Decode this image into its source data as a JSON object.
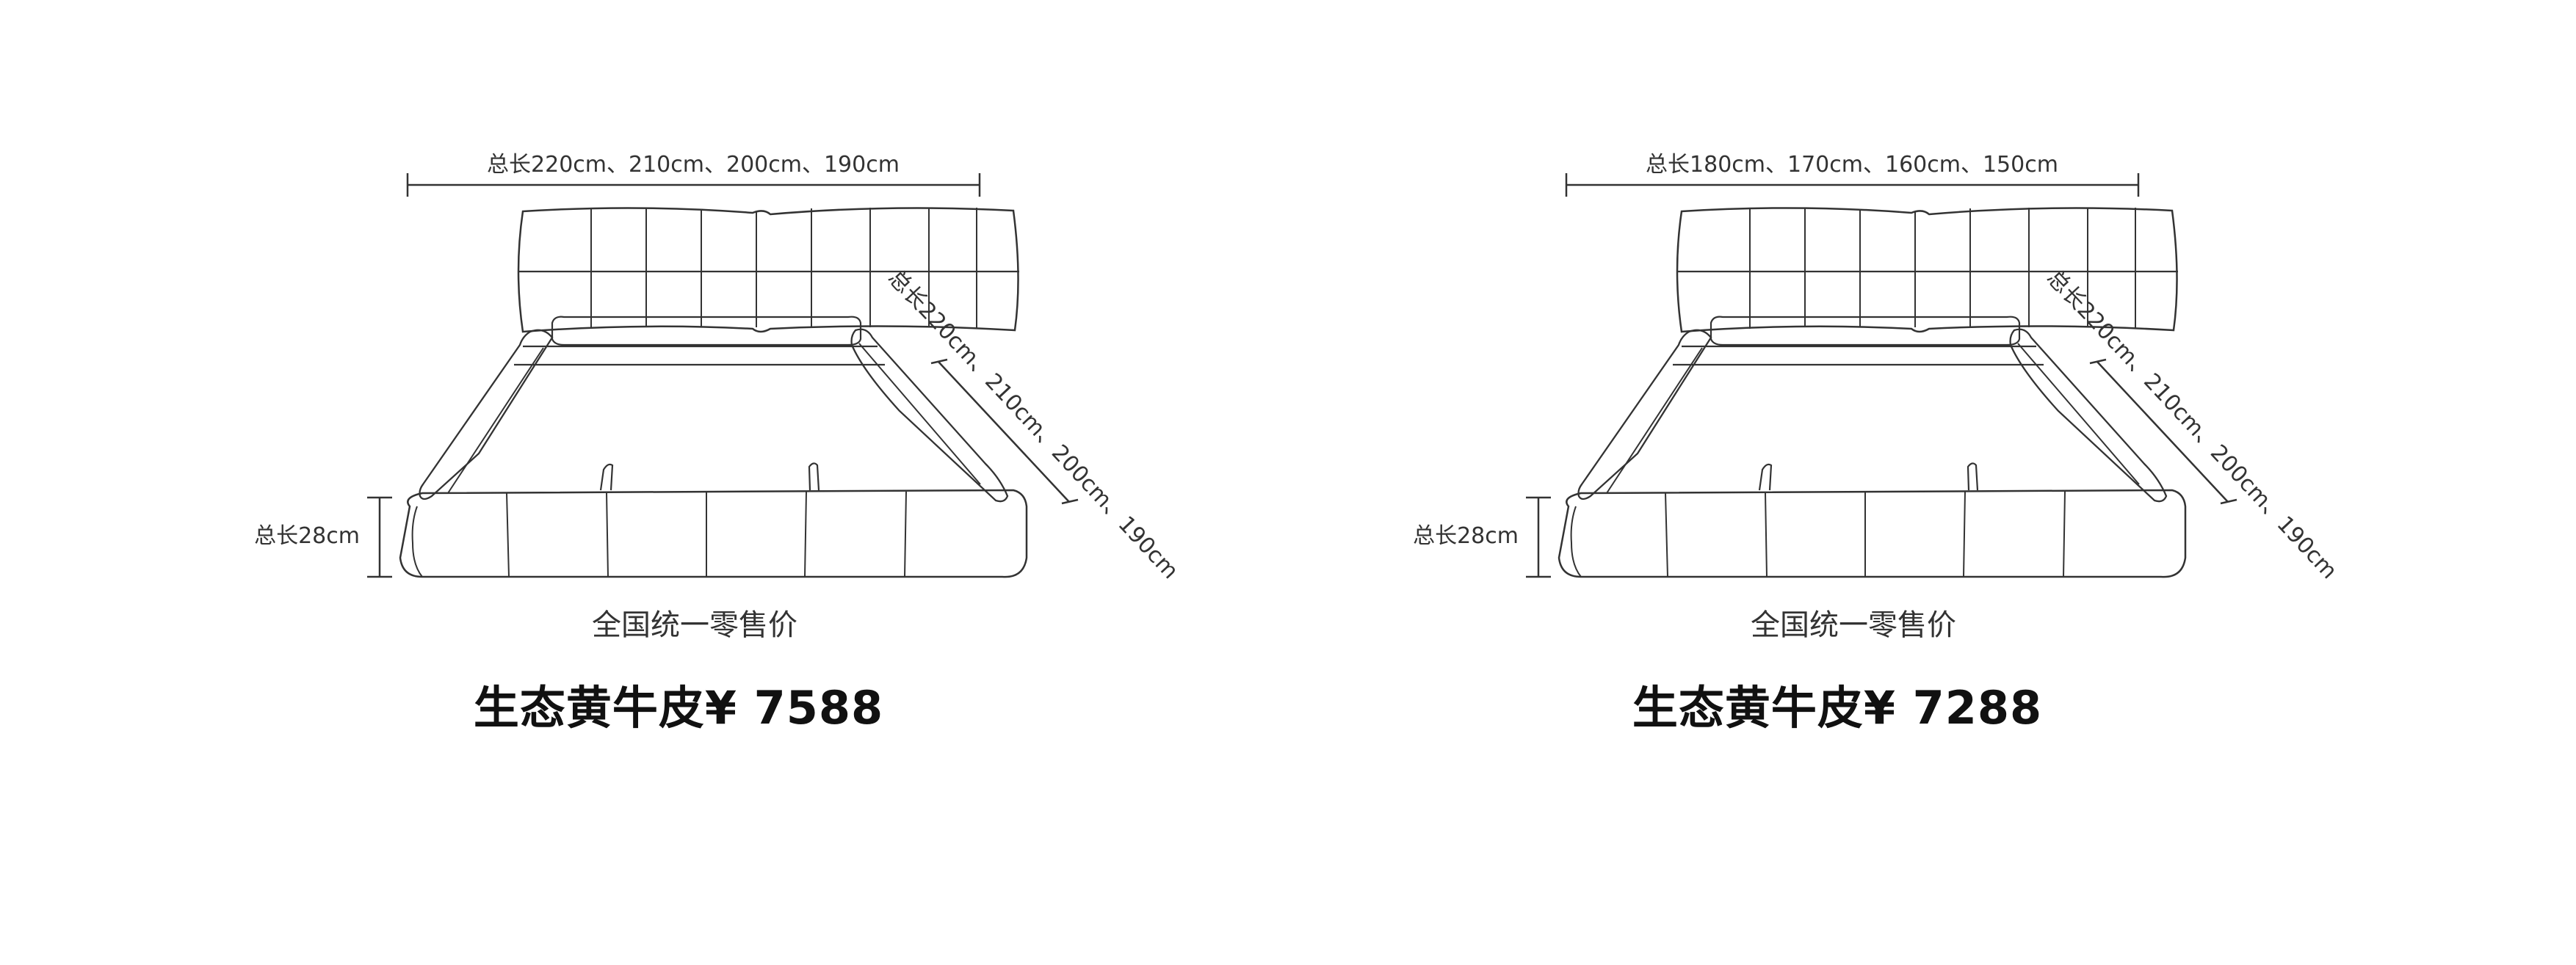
{
  "products": [
    {
      "width_label": "总长220cm、210cm、200cm、190cm",
      "length_label": "总长220cm、210cm、200cm、190cm",
      "height_label": "总长28cm",
      "caption": "全国统一零售价",
      "price": "生态黄牛皮¥ 7588"
    },
    {
      "width_label": "总长180cm、170cm、160cm、150cm",
      "length_label": "总长220cm、210cm、200cm、190cm",
      "height_label": "总长28cm",
      "caption": "全国统一零售价",
      "price": "生态黄牛皮¥ 7288"
    }
  ],
  "colors": {
    "line": "#333333",
    "text": "#222222",
    "background": "#ffffff"
  }
}
